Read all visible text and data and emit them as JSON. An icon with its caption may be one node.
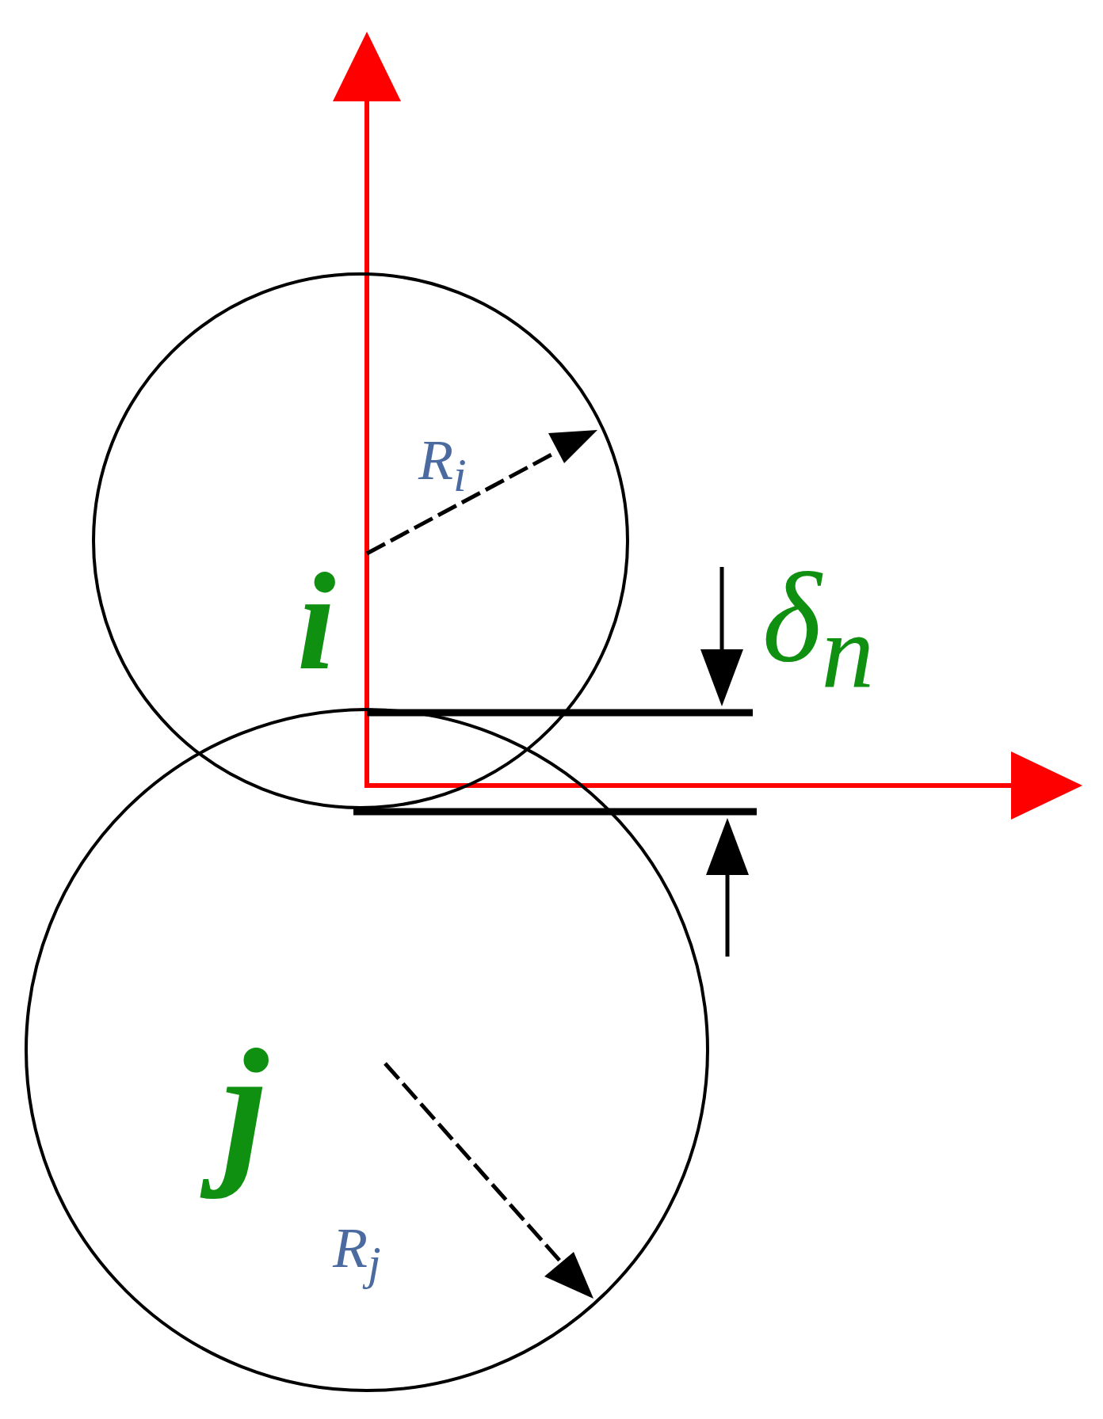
{
  "diagram": {
    "nodes": [
      {
        "text": [
          "i"
        ]
      },
      {
        "text": [
          "j"
        ]
      }
    ],
    "labels": [
      "R$_{i}$",
      "δ$_{n}$",
      "R$_{j}$"
    ]
  }
}
